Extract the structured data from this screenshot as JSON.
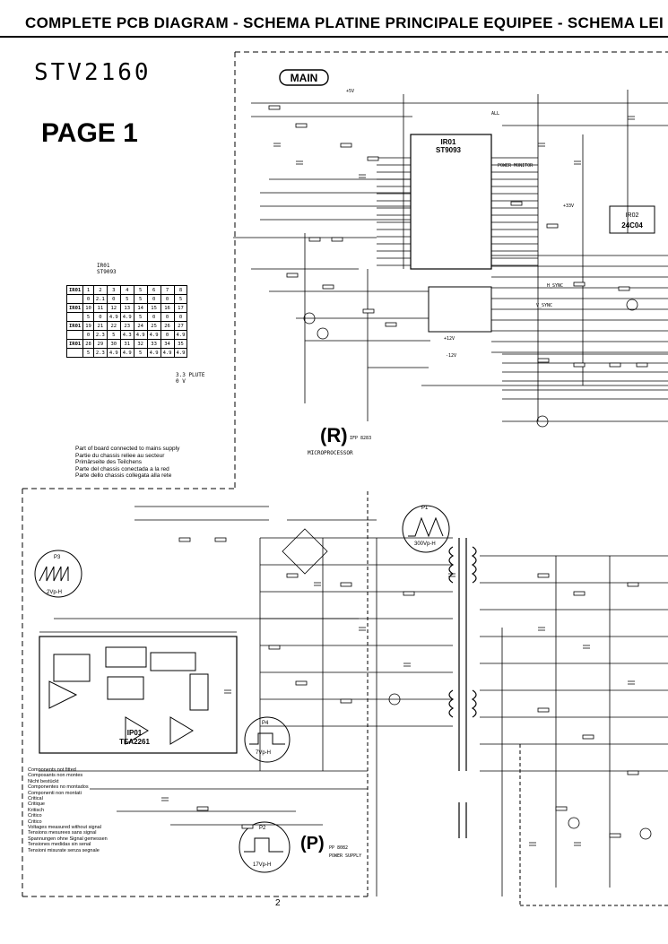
{
  "header": {
    "title": "COMPLETE PCB DIAGRAM - SCHEMA PLATINE PRINCIPALE EQUIPEE - SCHEMA LEI"
  },
  "handwritten_model": "STV2160",
  "page_label": "PAGE 1",
  "page_number": "2",
  "sections": {
    "main": "MAIN",
    "r": "(R)",
    "r_sub": "MICROPROCESSOR",
    "r_ref": "IFP 8283",
    "p": "(P)",
    "p_sub": "POWER SUPPLY",
    "p_ref": "PP 8082"
  },
  "chips": {
    "ir01": "IR01",
    "ir01_part": "ST9093",
    "ir02": "IR02",
    "ir02_part": "24C04",
    "ip01": "IP01",
    "ip01_part": "TEA2261"
  },
  "probes": {
    "p1": "P1",
    "p1_value": "300Vp-H",
    "p2": "P2",
    "p2_value": "17Vp-H",
    "p3": "P3",
    "p3_value": "2Vp-H",
    "p4": "P4",
    "p4_value": "7Vp-H"
  },
  "pin_table": {
    "title_lines": [
      "IR01",
      "ST9093"
    ],
    "rows": [
      [
        "IR01",
        "1",
        "2",
        "3",
        "4",
        "5",
        "6",
        "7",
        "8"
      ],
      [
        "",
        "0",
        "2.1",
        "0",
        "5",
        "5",
        "0",
        "0",
        "5"
      ],
      [
        "IR01",
        "10",
        "11",
        "12",
        "13",
        "14",
        "15",
        "16",
        "17"
      ],
      [
        "",
        "5",
        "0",
        "4.9",
        "4.9",
        "5",
        "0",
        "0",
        "0"
      ],
      [
        "IR01",
        "19",
        "21",
        "22",
        "23",
        "24",
        "25",
        "26",
        "27"
      ],
      [
        "",
        "0",
        "2.3",
        "5",
        "4.3",
        "4.9",
        "4.9",
        "0",
        "4.9"
      ],
      [
        "IR01",
        "28",
        "29",
        "30",
        "31",
        "32",
        "33",
        "34",
        "35"
      ],
      [
        "",
        "5",
        "2.3",
        "4.9",
        "4.9",
        "5",
        "4.9",
        "4.9",
        "4.9"
      ]
    ],
    "footnote_lines": [
      "3.3 PLUTE",
      "0 V"
    ]
  },
  "notes": {
    "parts_note": [
      "Part of board connected to mains supply",
      "Partie du chassis reliee au secteur",
      "Primärseite des Teilchens",
      "Parte del chassis conectada a la red",
      "Parte dello chassis collegata alla rete"
    ],
    "legend": [
      "Components not fitted",
      "Composants non montes",
      "Nicht bestückt",
      "Componentes no montados",
      "Componenti non montati",
      "Critical",
      "Critique",
      "Kritisch",
      "Critico",
      "Critico",
      "Voltages measured without signal",
      "Tensions mesurees sans signal",
      "Spannungen ohne Signal gemessen",
      "Tensiones medidas sin senal",
      "Tensioni misurate senza segnale"
    ]
  },
  "signal_labels": {
    "power_monitor": "POWER MONITOR",
    "v_sync": "V_SYNC",
    "h_sync": "H_SYNC",
    "all": "ALL",
    "plus5v": "+5V",
    "plus12v": "+12V",
    "plus33v": "+33V",
    "minus12v": "-12V"
  }
}
